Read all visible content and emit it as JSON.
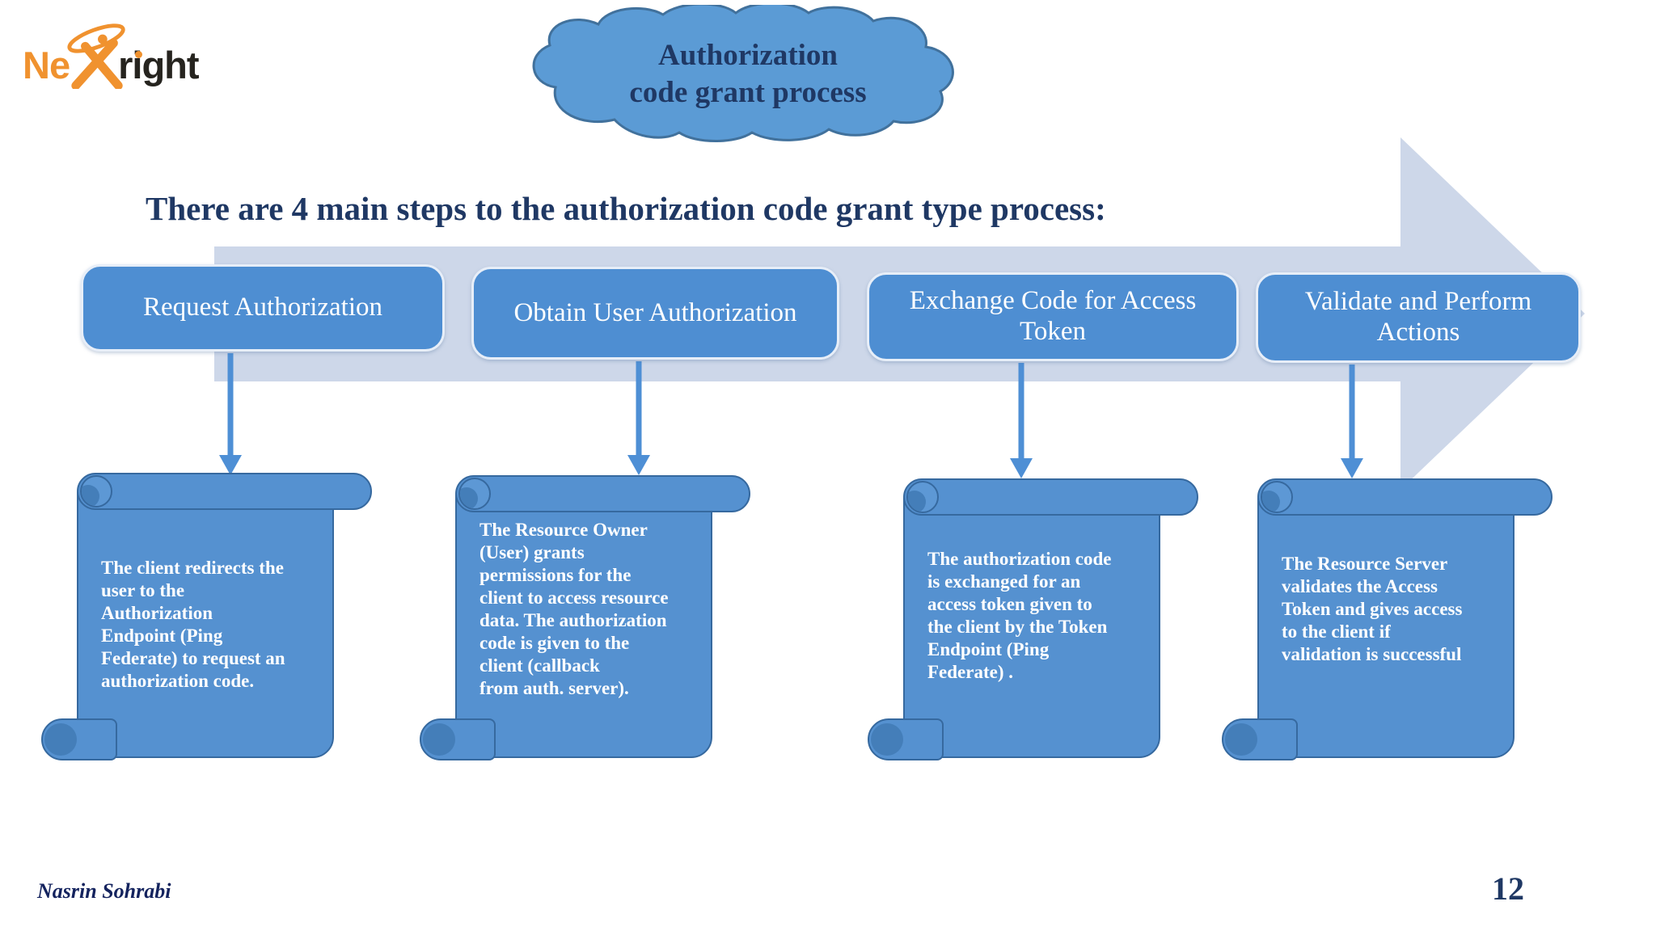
{
  "slide": {
    "logo": {
      "prefix": "Ne",
      "suffix": "right"
    },
    "cloud_title": "Authorization\ncode grant process",
    "heading": "There are 4 main steps to the authorization code grant type process:",
    "steps": [
      {
        "label": "Request Authorization",
        "description": "The client redirects the\nuser to the\nAuthorization\nEndpoint (Ping\nFederate) to request an\nauthorization code."
      },
      {
        "label": "Obtain User Authorization",
        "description": "The Resource Owner\n(User) grants\npermissions for the\nclient to access resource\ndata. The authorization\ncode is given to the\nclient (callback\nfrom auth. server)."
      },
      {
        "label": "Exchange Code for Access Token",
        "description": "The authorization code\nis exchanged for an\naccess token given to\nthe client by the Token\nEndpoint (Ping\nFederate) ."
      },
      {
        "label": "Validate and Perform Actions",
        "description": "The Resource Server\nvalidates the Access\nToken and gives access\nto the client if\nvalidation is successful"
      }
    ],
    "author": "Nasrin Sohrabi",
    "page_number": "12",
    "colors": {
      "box_blue": "#4e8ed2",
      "scroll_blue": "#5591d0",
      "scroll_outline": "#36699f",
      "band_light_blue": "#cdd7e9",
      "cloud_blue": "#5b9bd5",
      "cloud_outline": "#41719c",
      "navy_text": "#1f3864",
      "logo_orange": "#f0922f",
      "connector_blue": "#4e8fd5"
    }
  }
}
